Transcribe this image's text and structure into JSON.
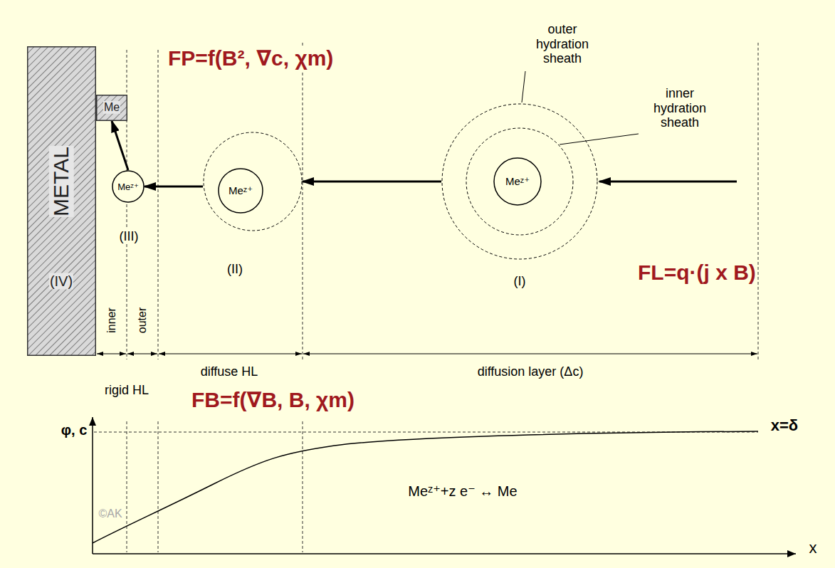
{
  "diagram": {
    "nodes": [
      {
        "text": [
          "METAL",
          "(IV)"
        ]
      },
      {
        "text": [
          "Me"
        ]
      },
      {
        "text": [
          "Meᶻ⁺"
        ]
      },
      {
        "text": [
          "Meᶻ⁺"
        ]
      },
      {
        "text": [
          "Meᶻ⁺"
        ]
      }
    ],
    "edges": [
      {
        "from": 4,
        "to": 3,
        "arrow": "to"
      },
      {
        "from": 3,
        "to": 2,
        "arrow": "to"
      },
      {
        "from": 2,
        "to": 1,
        "arrow": "to"
      }
    ],
    "labels": [
      "outer hydration sheath",
      "inner hydration sheath",
      "FP=f(B², ∇c, χm)",
      "(III)",
      "(II)",
      "(I)",
      "FL=q·(j x B)",
      "inner",
      "outer",
      "diffuse HL",
      "diffusion layer (Δc)",
      "rigid HL",
      "FB=f(∇B, B, χm)",
      "φ, c",
      "x=δ",
      "Meᶻ⁺+z e⁻ ↔ Me",
      "x",
      "©AK"
    ]
  }
}
